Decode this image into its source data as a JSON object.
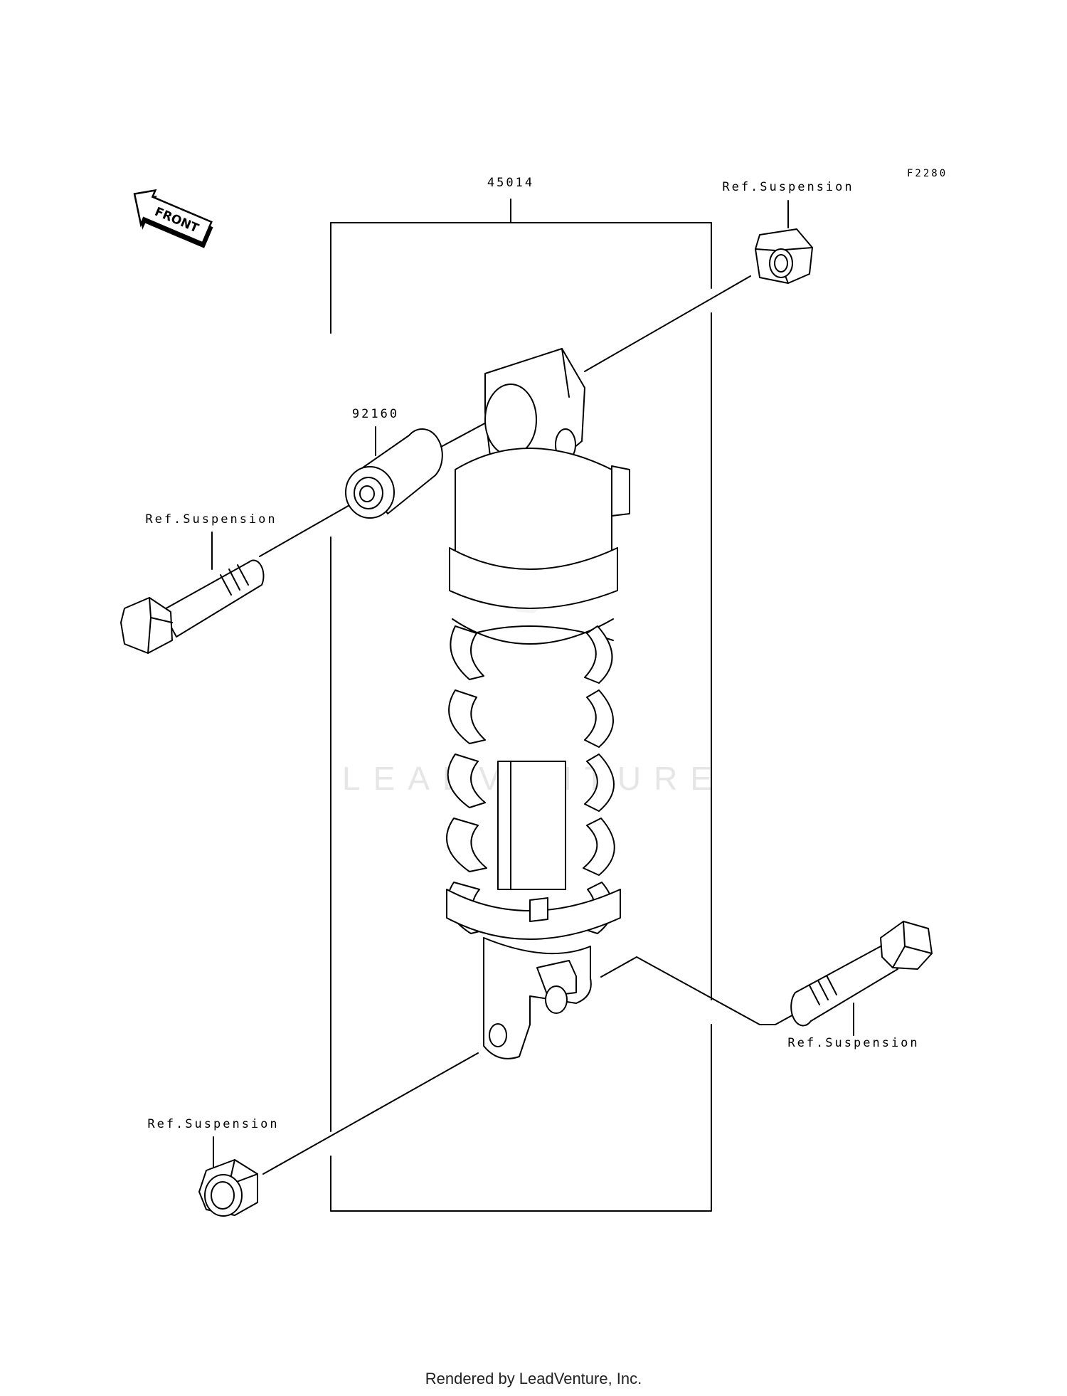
{
  "diagram_code": "F2280",
  "front_label": "FRONT",
  "watermark": "LEADVENTURE",
  "footer": "Rendered by LeadVenture, Inc.",
  "callouts": {
    "shock_absorber": "45014",
    "collar": "92160",
    "top_nut": "Ref.Suspension",
    "top_bolt": "Ref.Suspension",
    "bottom_bolt": "Ref.Suspension",
    "bottom_nut": "Ref.Suspension"
  }
}
